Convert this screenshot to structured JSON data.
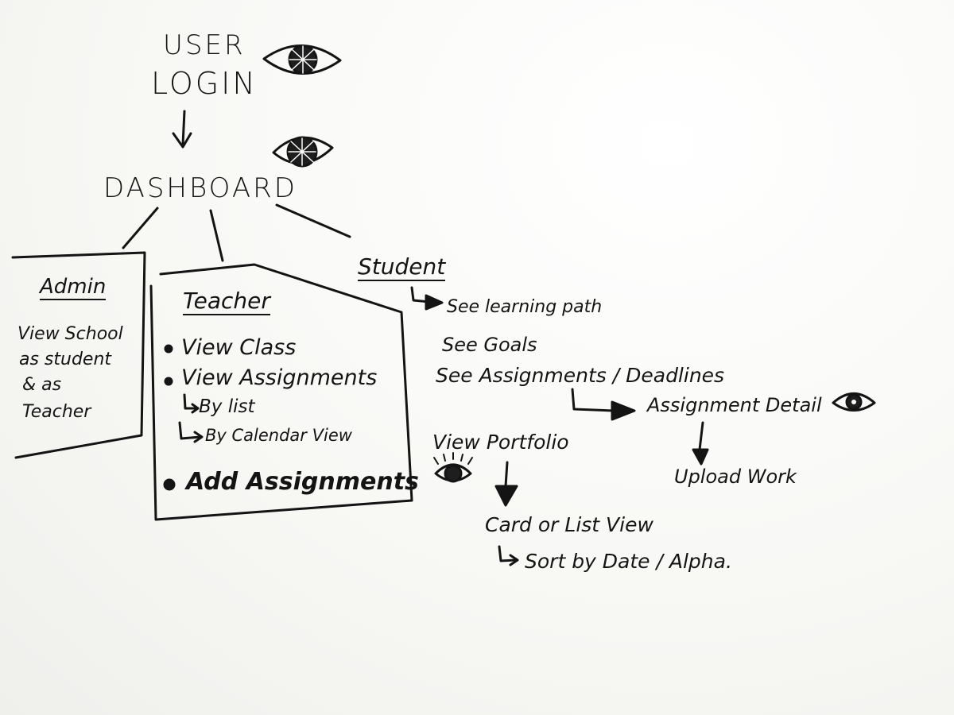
{
  "login": {
    "line1": "USER",
    "line2": "LOGIN"
  },
  "dashboard": {
    "label": "DASHBOARD"
  },
  "admin": {
    "title": "Admin",
    "lines": [
      "View School",
      "as student",
      "& as",
      "Teacher"
    ]
  },
  "teacher": {
    "title": "Teacher",
    "view_class": "View Class",
    "view_assignments": "View Assignments",
    "by_list": "By list",
    "by_calendar": "By Calendar View",
    "add_assignments": "Add Assignments"
  },
  "student": {
    "title": "Student",
    "learning_path": "See learning path",
    "goals": "See Goals",
    "assignments": "See Assignments / Deadlines",
    "assignment_detail": "Assignment Detail",
    "upload_work": "Upload Work",
    "view_portfolio": "View Portfolio",
    "card_list": "Card or List View",
    "sort_by": "Sort by Date / Alpha."
  },
  "icons": [
    "eye-icon",
    "eye-icon",
    "eye-icon",
    "eye-icon"
  ],
  "colors": {
    "ink": "#141414",
    "board": "#fbfbf9"
  }
}
